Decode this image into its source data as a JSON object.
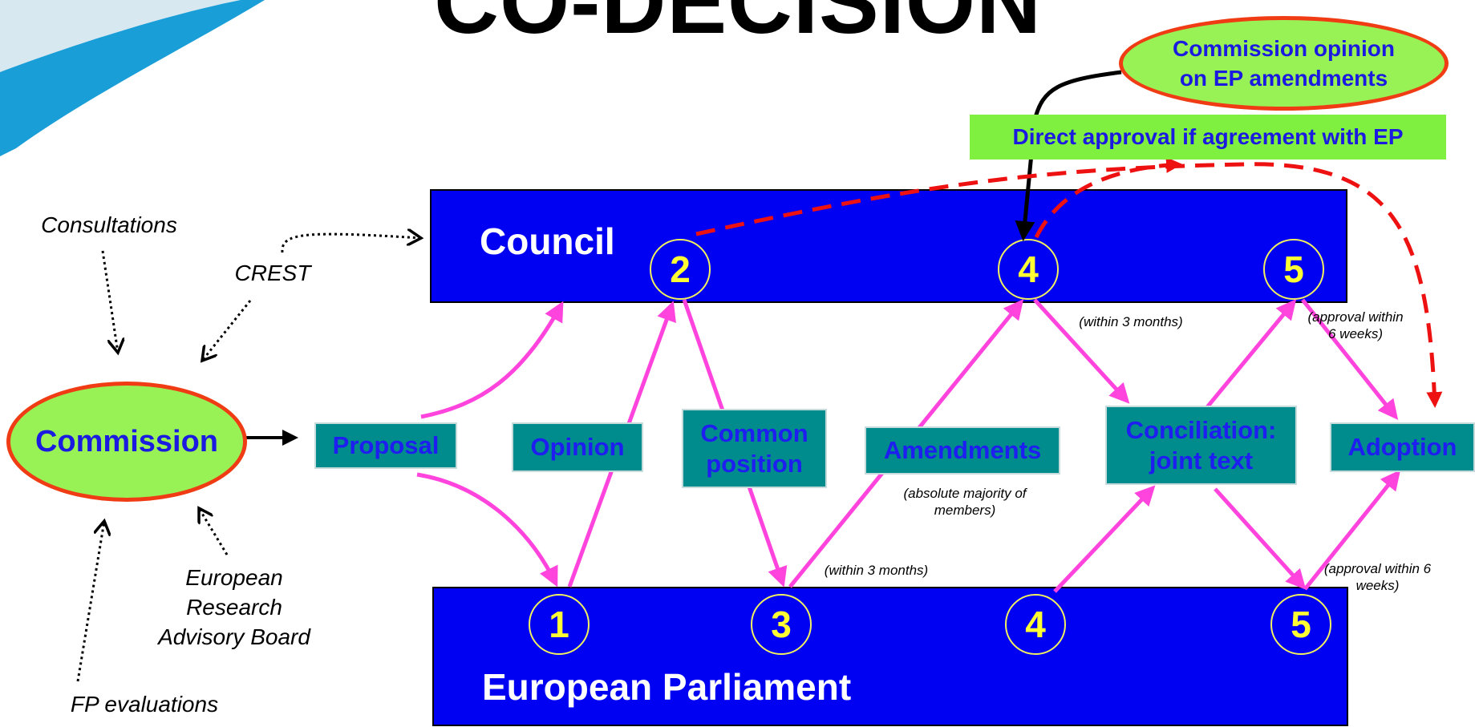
{
  "title": "CO-DECISION",
  "institutions": {
    "council": "Council",
    "parliament": "European Parliament",
    "commission": "Commission"
  },
  "commission_opinion": "Commission opinion on EP amendments",
  "direct_approval": "Direct approval if agreement with EP",
  "inputs": {
    "consultations": "Consultations",
    "crest": "CREST",
    "erab": "European Research Advisory Board",
    "fp_evaluations": "FP evaluations"
  },
  "stages": {
    "proposal": "Proposal",
    "opinion": "Opinion",
    "common_position": "Common position",
    "amendments": "Amendments",
    "conciliation": "Conciliation: joint text",
    "adoption": "Adoption"
  },
  "steps": {
    "council": [
      "2",
      "4",
      "5"
    ],
    "parliament": [
      "1",
      "3",
      "4",
      "5"
    ]
  },
  "notes": {
    "council_within": "(within 3 months)",
    "council_approval": "(approval within 6 weeks)",
    "absolute_majority": "(absolute majority of members)",
    "ep_within": "(within 3 months)",
    "ep_approval": "(approval within 6 weeks)"
  },
  "colors": {
    "institution_box": "#0000f2",
    "stage_box": "#008c8c",
    "stage_text": "#1e1ef0",
    "flow_arrow": "#ff44dd",
    "dashed_arrow": "#ee1111",
    "oval_fill": "#99f255",
    "oval_border": "#f03c14"
  }
}
